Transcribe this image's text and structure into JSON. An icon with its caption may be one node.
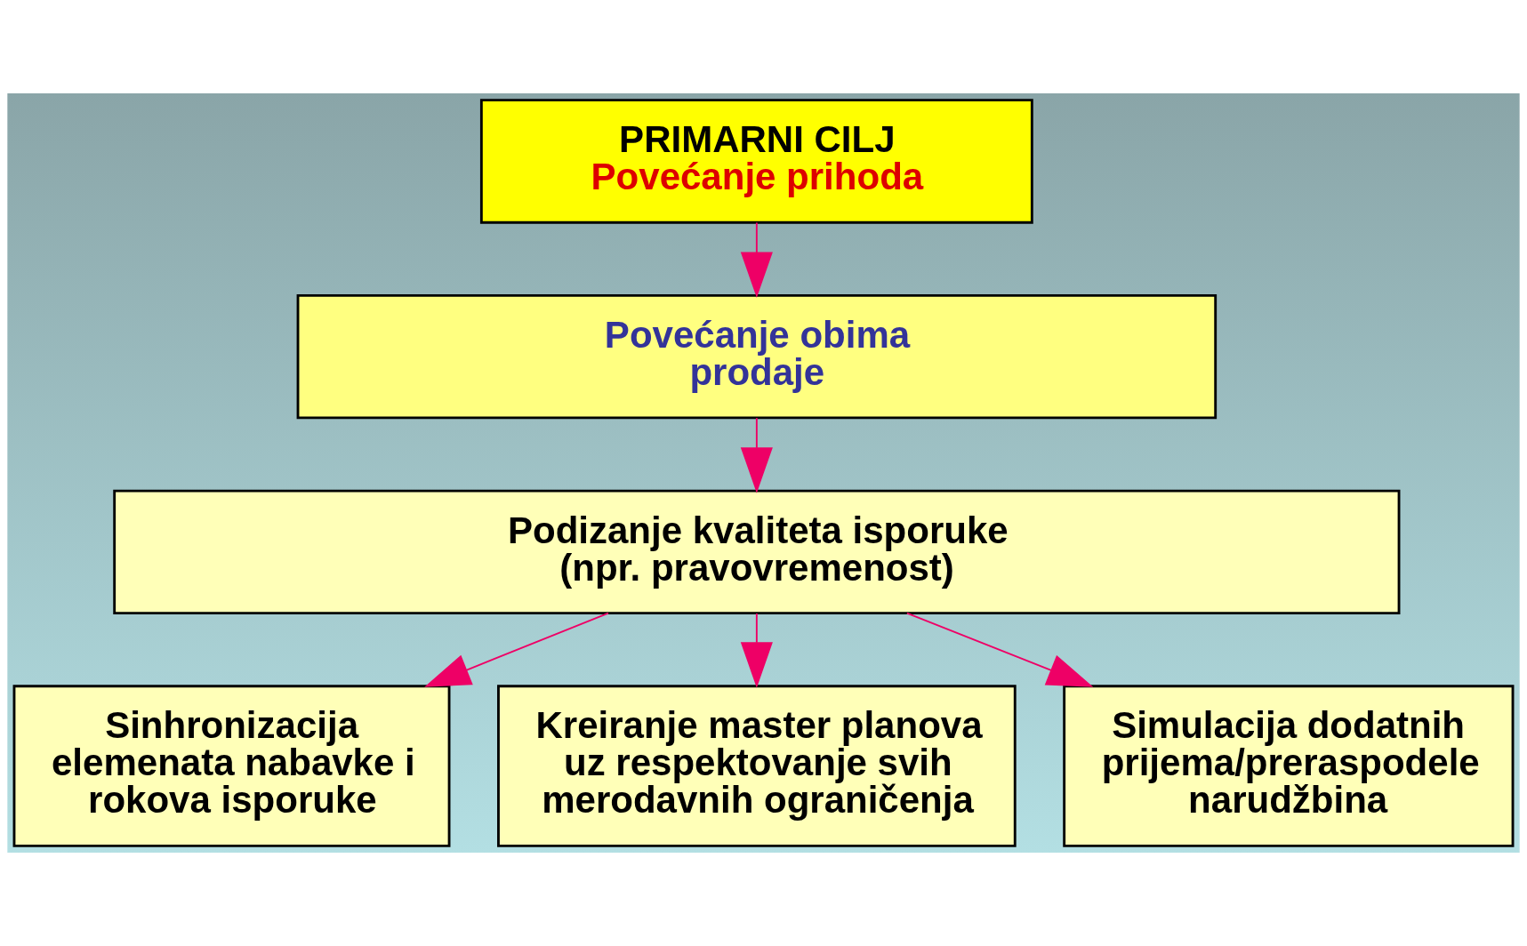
{
  "diagram": {
    "nodes": [
      {
        "text": [
          "PRIMARNI CILJ",
          "Povećanje prihoda"
        ]
      },
      {
        "text": [
          "Povećanje obima prodaje"
        ]
      },
      {
        "text": [
          "Podizanje kvaliteta isporuke (npr. pravovremenost)"
        ]
      },
      {
        "text": [
          "Sinhronizacija elemenata nabavke i rokova isporuke"
        ]
      },
      {
        "text": [
          "Kreiranje master planova uz respektovanje svih merodavnih ograničenja"
        ]
      },
      {
        "text": [
          "Simulacija dodatnih prijema/preraspodele narudžbina"
        ]
      }
    ],
    "edges": [
      {
        "from": 0,
        "to": 1,
        "arrow": "to"
      },
      {
        "from": 1,
        "to": 2,
        "arrow": "to"
      },
      {
        "from": 2,
        "to": 3,
        "arrow": "to"
      },
      {
        "from": 2,
        "to": 4,
        "arrow": "to"
      },
      {
        "from": 2,
        "to": 5,
        "arrow": "to"
      }
    ]
  }
}
